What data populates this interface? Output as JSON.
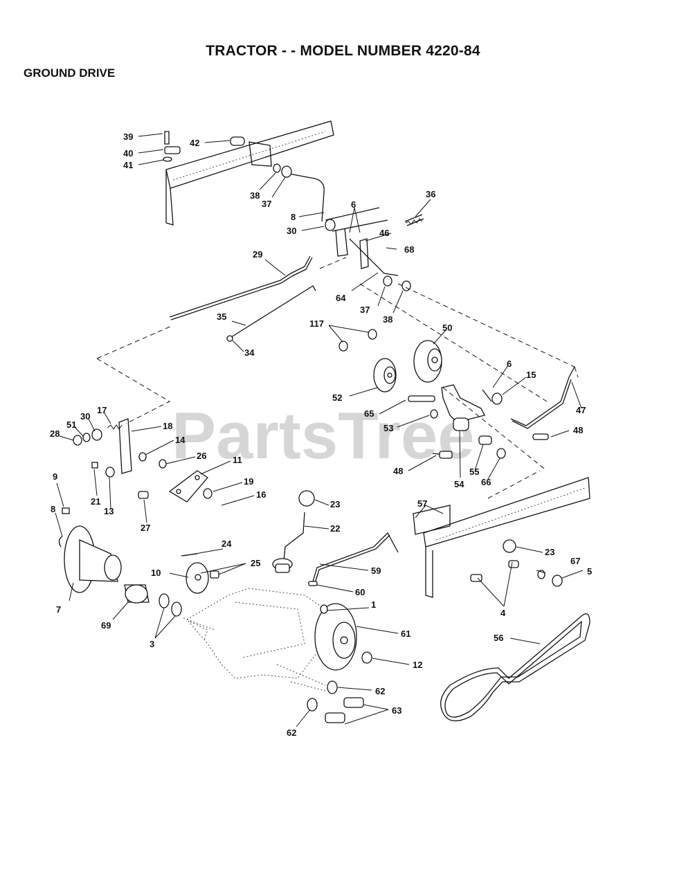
{
  "title": "TRACTOR - - MODEL NUMBER 4220-84",
  "section": "GROUND DRIVE",
  "watermark": "PartsTree",
  "labels": {
    "l39": "39",
    "l40": "40",
    "l41": "41",
    "l42": "42",
    "l38a": "38",
    "l37a": "37",
    "l8a": "8",
    "l6a": "6",
    "l30a": "30",
    "l36": "36",
    "l46": "46",
    "l68": "68",
    "l29": "29",
    "l64": "64",
    "l37b": "37",
    "l38b": "38",
    "l35": "35",
    "l34": "34",
    "l117": "117",
    "l50": "50",
    "l52": "52",
    "l6b": "6",
    "l15": "15",
    "l47": "47",
    "l65": "65",
    "l53": "53",
    "l48a": "48",
    "l48b": "48",
    "l54": "54",
    "l55": "55",
    "l66": "66",
    "l28": "28",
    "l51": "51",
    "l30b": "30",
    "l17": "17",
    "l18": "18",
    "l14": "14",
    "l26": "26",
    "l11": "11",
    "l19": "19",
    "l16": "16",
    "l21": "21",
    "l13": "13",
    "l27": "27",
    "l9": "9",
    "l8b": "8",
    "l23a": "23",
    "l22": "22",
    "l57": "57",
    "l23b": "23",
    "l67": "67",
    "l5": "5",
    "l24": "24",
    "l25": "25",
    "l10": "10",
    "l59": "59",
    "l60": "60",
    "l7": "7",
    "l1": "1",
    "l4": "4",
    "l69": "69",
    "l3": "3",
    "l61": "61",
    "l56": "56",
    "l12": "12",
    "l62a": "62",
    "l63": "63",
    "l62b": "62"
  }
}
